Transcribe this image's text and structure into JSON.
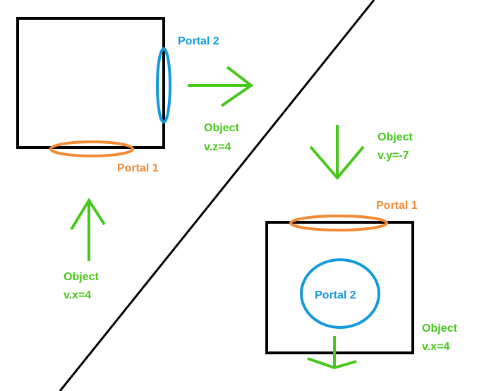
{
  "colors": {
    "object_text": "#47c71b",
    "portal_1": "#f28a33",
    "portal_2": "#139adb",
    "box": "#000000",
    "arrow": "#47c71b"
  },
  "scene_a": {
    "portal_1_label": "Portal 1",
    "portal_2_label": "Portal 2",
    "entering_object": {
      "title": "Object",
      "velocity": "v.x=4"
    },
    "exiting_object": {
      "title": "Object",
      "velocity": "v.z=4"
    }
  },
  "scene_b": {
    "portal_1_label": "Portal 1",
    "portal_2_label": "Portal 2",
    "entering_object": {
      "title": "Object",
      "velocity": "v.y=-7"
    },
    "exiting_object": {
      "title": "Object",
      "velocity": "v.x=4"
    }
  }
}
